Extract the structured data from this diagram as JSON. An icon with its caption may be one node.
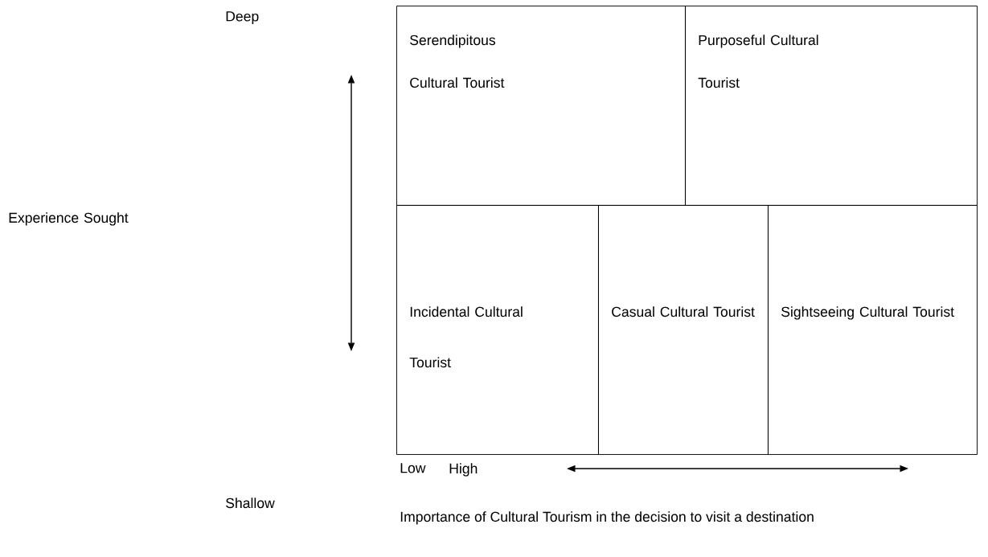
{
  "diagram": {
    "nodes": [
      {
        "text": [
          "Serendipitous Cultural Tourist"
        ]
      },
      {
        "text": [
          "Purposeful Cultural Tourist"
        ]
      },
      {
        "text": [
          "Incidental Cultural Tourist"
        ]
      },
      {
        "text": [
          "Casual Cultural Tourist"
        ]
      },
      {
        "text": [
          "Sightseeing Cultural Tourist"
        ]
      }
    ],
    "edges": [],
    "labels": [
      "Deep",
      "Experience Sought",
      "Shallow",
      "Low",
      "High",
      "Importance of Cultural Tourism in the decision to visit a destination"
    ]
  }
}
